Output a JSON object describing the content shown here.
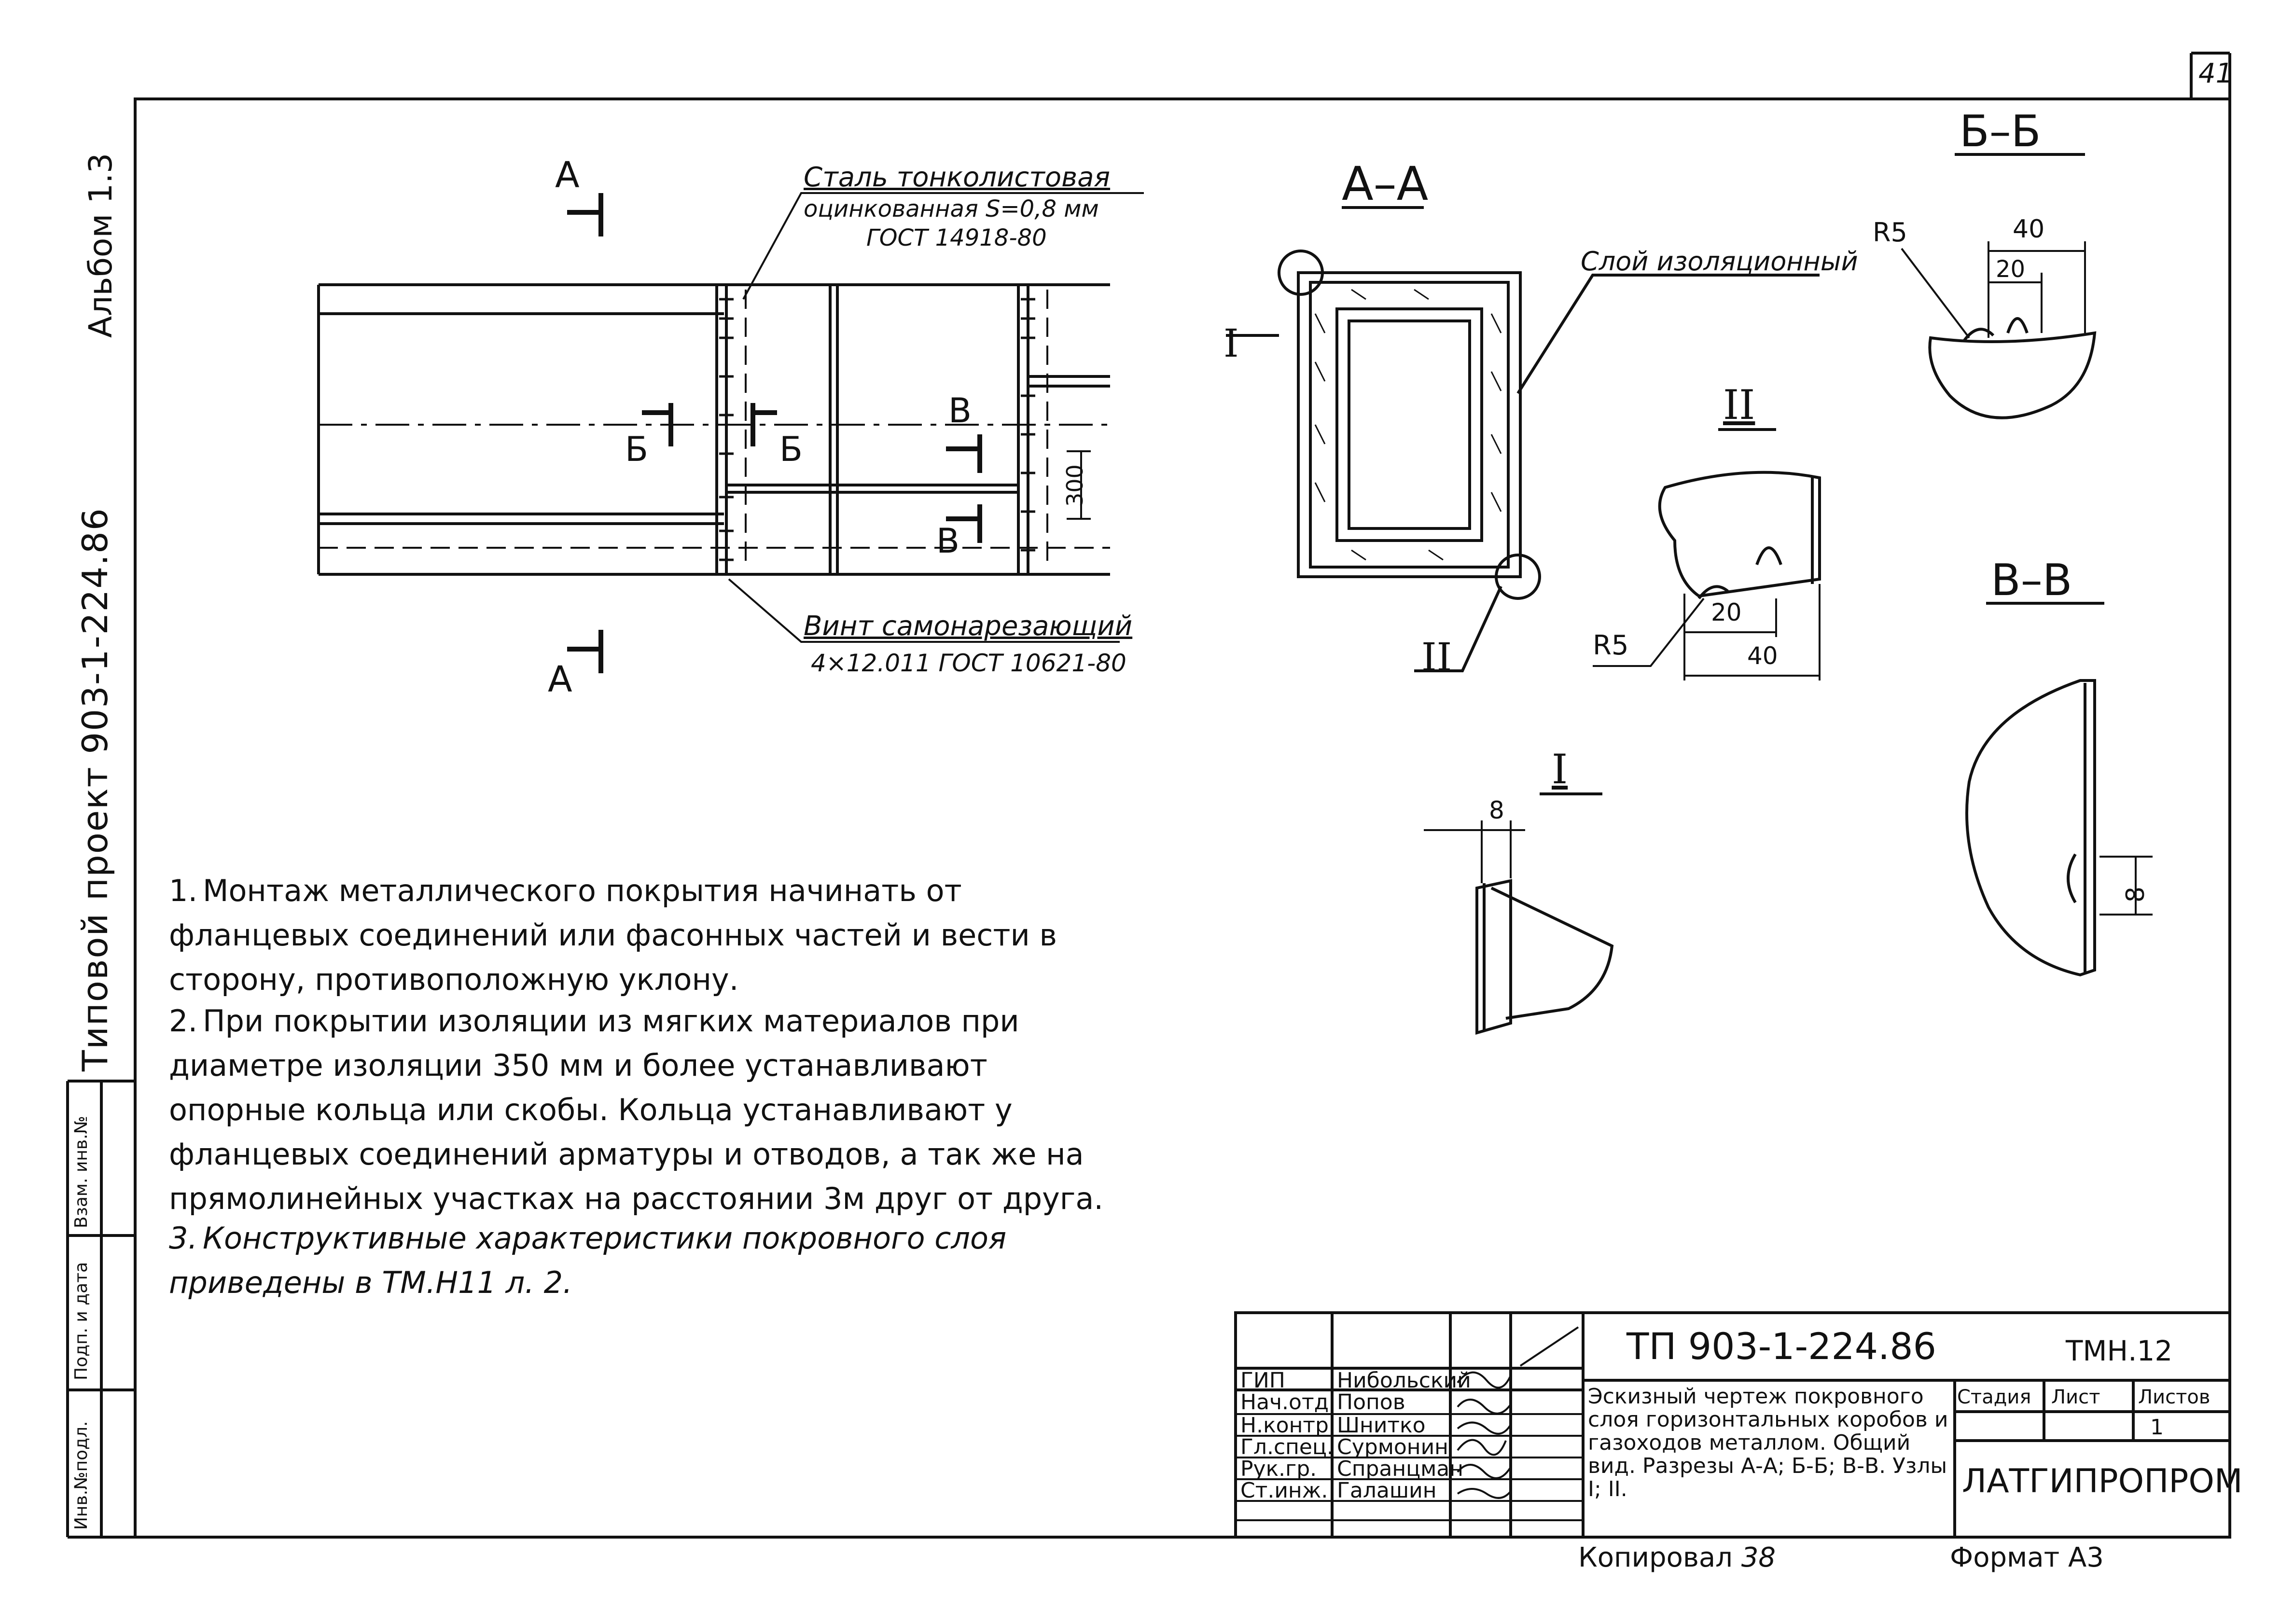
{
  "sheet_number": "41",
  "left_strip": {
    "album": "Альбом 1.3",
    "project": "Типовой проект 903-1-224.86",
    "stamp_cells": [
      "Инв.№подл.",
      "Подп. и дата",
      "Взам. инв.№"
    ]
  },
  "main_view": {
    "section_a_top": "А",
    "section_a_bottom": "А",
    "section_b_left": "Б",
    "section_b_right": "Б",
    "section_v_top": "В",
    "section_v_bottom": "В",
    "dim_300": "300",
    "steel_note_line1": "Сталь тонколистовая",
    "steel_note_line2": "оцинкованная S=0,8 мм",
    "steel_note_line3": "ГОСТ 14918-80",
    "screw_note_line1": "Винт самонарезающий",
    "screw_note_line2": "4×12.011  ГОСТ 10621-80"
  },
  "section_aa": {
    "title": "А–А",
    "insulation_label": "Слой изоляционный",
    "node_1": "I",
    "node_2": "II"
  },
  "section_bb": {
    "title": "Б–Б",
    "r_label": "R5",
    "dim_40": "40",
    "dim_20": "20"
  },
  "node_ii": {
    "title": "II",
    "r_label": "R5",
    "dim_20": "20",
    "dim_40": "40"
  },
  "section_vv": {
    "title": "В–В",
    "dim_8": "8"
  },
  "node_i": {
    "title": "I",
    "dim_8": "8"
  },
  "notes": [
    {
      "num": "1.",
      "text": "Монтаж металлического покрытия начинать от фланцевых соединений или фасонных частей и вести в сторону, противоположную уклону."
    },
    {
      "num": "2.",
      "text": "При покрытии изоляции из мягких материалов при диаметре изоляции 350 мм и более устанавливают опорные кольца или скобы. Кольца устанавливают у фланцевых соединений арматуры и отводов, а так же на прямолинейных участках на расстоянии 3м друг от друга."
    },
    {
      "num": "3.",
      "text": "Конструктивные характеристики покровного слоя приведены в ТМ.Н11 л. 2."
    }
  ],
  "title_block": {
    "project_code": "ТП 903-1-224.86",
    "sheet_code": "ТМН.12",
    "description": "Эскизный чертеж покровного слоя горизонтальных коробов и газоходов металлом. Общий вид. Разрезы А-А; Б-Б; В-В. Узлы I; II.",
    "header_stage": "Стадия",
    "header_sheet": "Лист",
    "header_sheets": "Листов",
    "sheet_value": "1",
    "organization": "ЛАТГИПРОПРОМ",
    "staff": [
      {
        "role": "ГИП",
        "name": "Нибольский"
      },
      {
        "role": "Нач.отд.",
        "name": "Попов"
      },
      {
        "role": "Н.контр.",
        "name": "Шнитко"
      },
      {
        "role": "Гл.спец.",
        "name": "Сурмонин"
      },
      {
        "role": "Рук.гр.",
        "name": "Спранцман"
      },
      {
        "role": "Ст.инж.",
        "name": "Галашин"
      }
    ],
    "copied": "Копировал",
    "copied_sig": "38",
    "format": "Формат А3"
  }
}
